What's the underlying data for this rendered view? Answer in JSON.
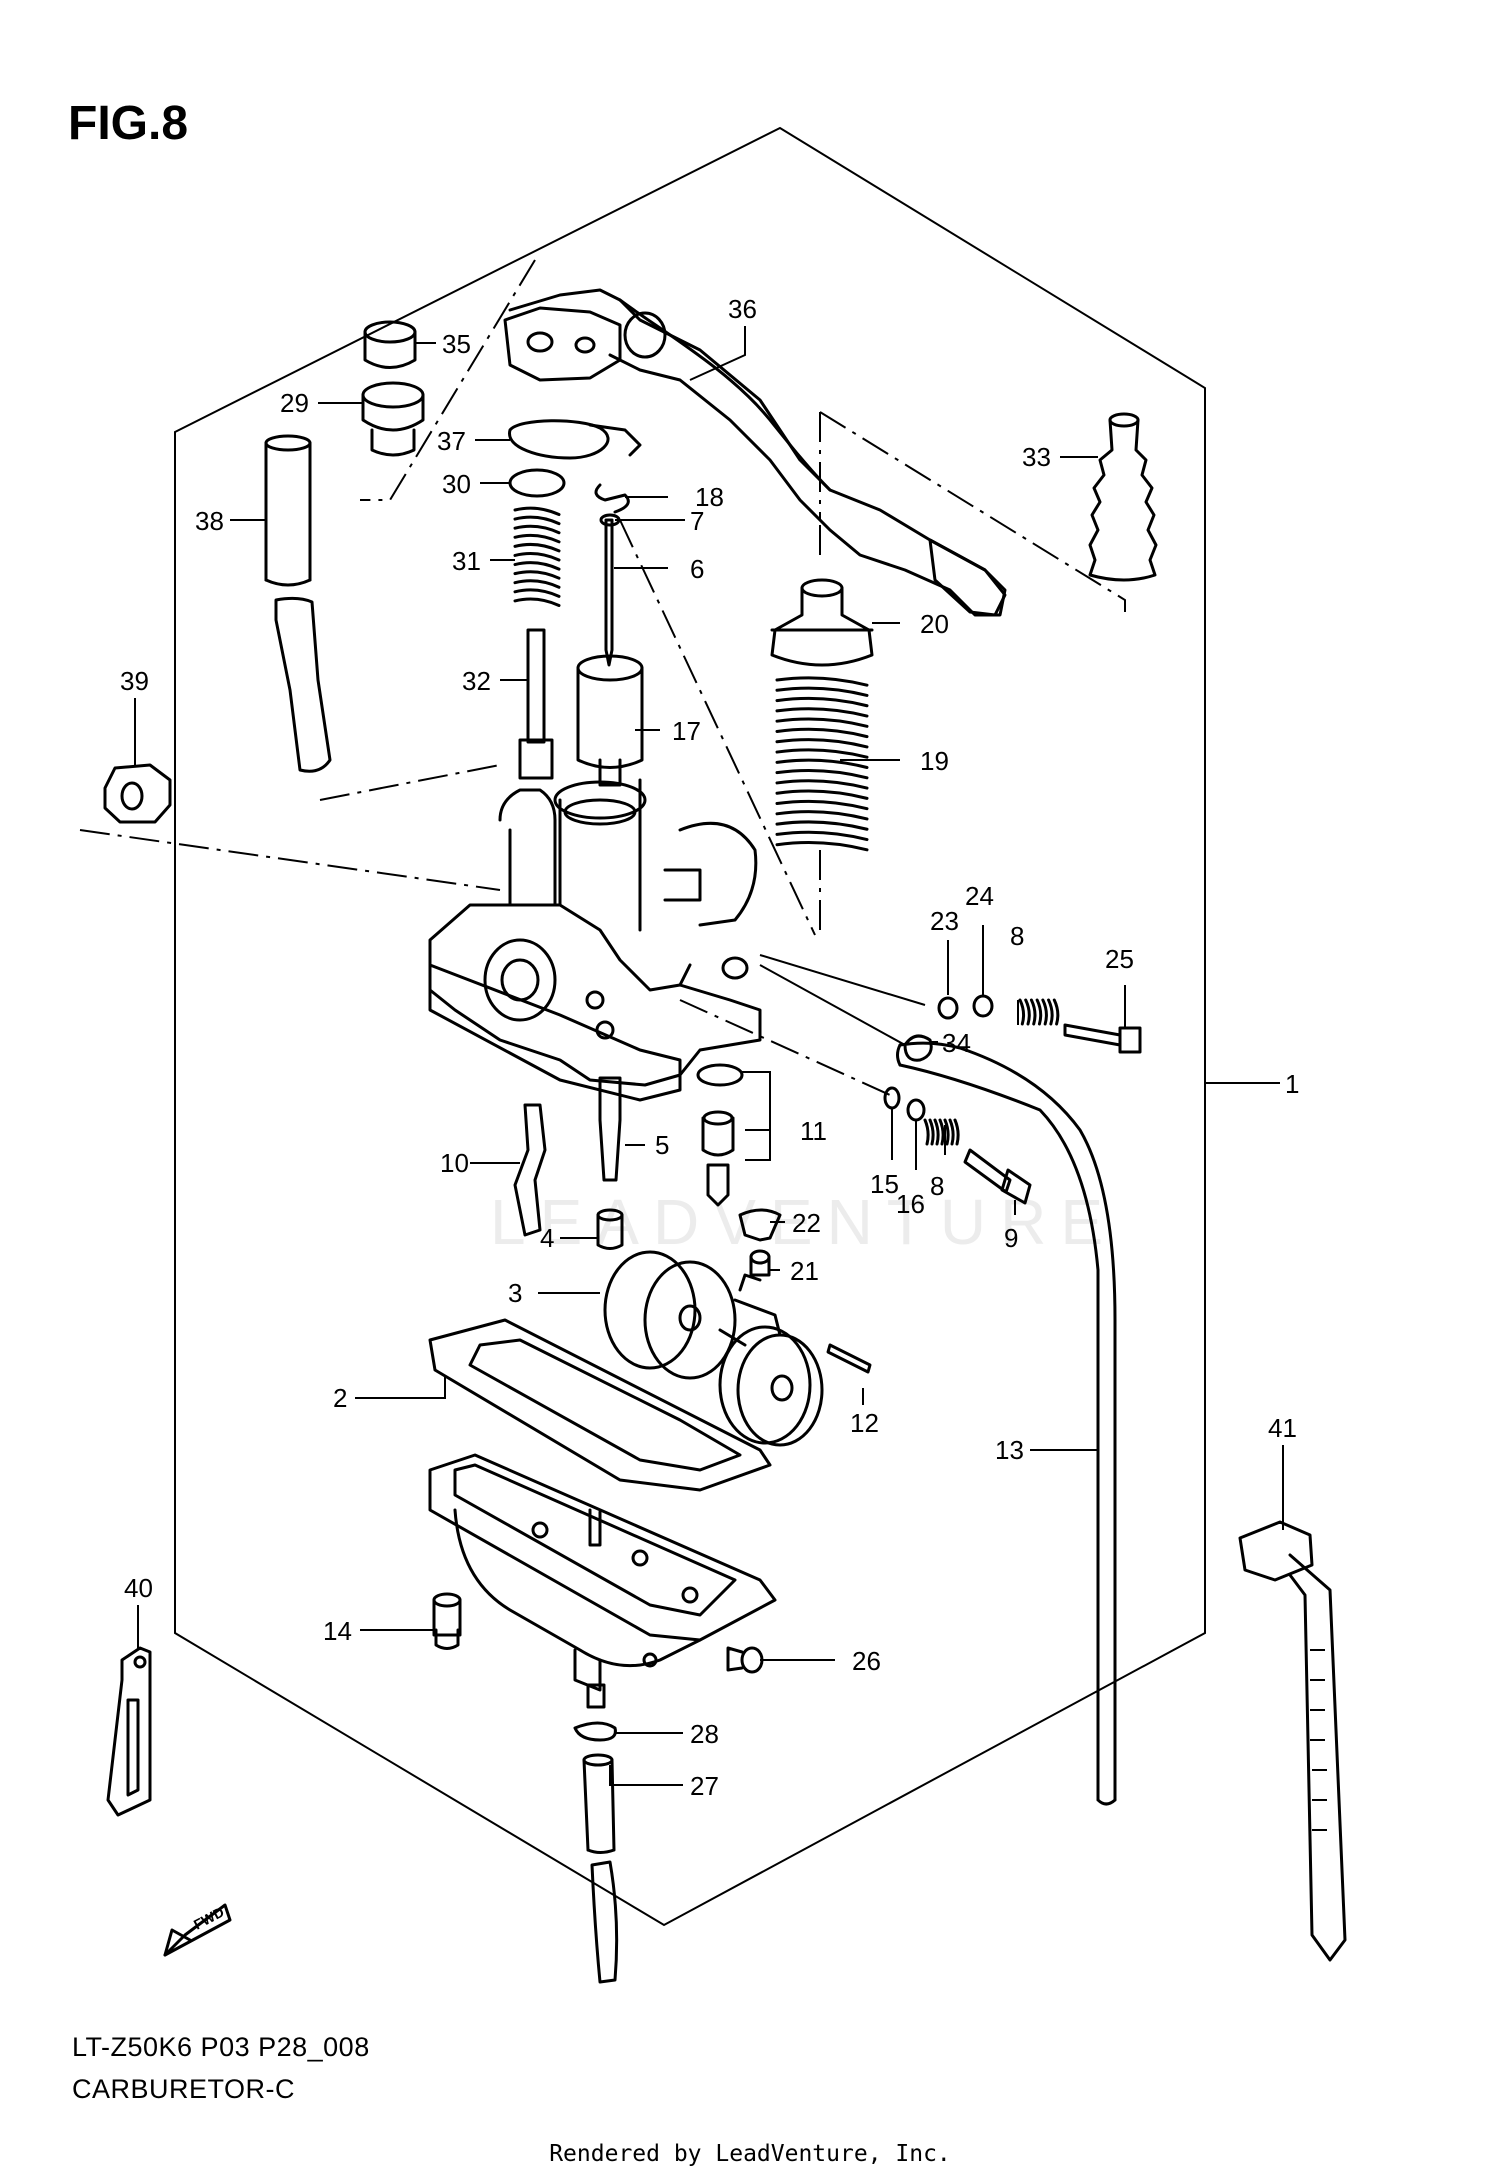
{
  "figure": {
    "title": "FIG.8",
    "model_code": "LT-Z50K6 P03 P28_008",
    "section_name": "CARBURETOR-C",
    "credit": "Rendered by LeadVenture, Inc.",
    "watermark": "LEADVENTURE",
    "fwd_label": "FWD"
  },
  "callouts": [
    {
      "id": "1",
      "label": "1"
    },
    {
      "id": "2",
      "label": "2"
    },
    {
      "id": "3",
      "label": "3"
    },
    {
      "id": "4",
      "label": "4"
    },
    {
      "id": "5",
      "label": "5"
    },
    {
      "id": "6",
      "label": "6"
    },
    {
      "id": "7",
      "label": "7"
    },
    {
      "id": "8a",
      "label": "8"
    },
    {
      "id": "8b",
      "label": "8"
    },
    {
      "id": "9",
      "label": "9"
    },
    {
      "id": "10",
      "label": "10"
    },
    {
      "id": "11",
      "label": "11"
    },
    {
      "id": "12",
      "label": "12"
    },
    {
      "id": "13",
      "label": "13"
    },
    {
      "id": "14",
      "label": "14"
    },
    {
      "id": "15",
      "label": "15"
    },
    {
      "id": "16",
      "label": "16"
    },
    {
      "id": "17",
      "label": "17"
    },
    {
      "id": "18",
      "label": "18"
    },
    {
      "id": "19",
      "label": "19"
    },
    {
      "id": "20",
      "label": "20"
    },
    {
      "id": "21",
      "label": "21"
    },
    {
      "id": "22",
      "label": "22"
    },
    {
      "id": "23",
      "label": "23"
    },
    {
      "id": "24",
      "label": "24"
    },
    {
      "id": "25",
      "label": "25"
    },
    {
      "id": "26",
      "label": "26"
    },
    {
      "id": "27",
      "label": "27"
    },
    {
      "id": "28",
      "label": "28"
    },
    {
      "id": "29",
      "label": "29"
    },
    {
      "id": "30",
      "label": "30"
    },
    {
      "id": "31",
      "label": "31"
    },
    {
      "id": "32",
      "label": "32"
    },
    {
      "id": "33",
      "label": "33"
    },
    {
      "id": "34",
      "label": "34"
    },
    {
      "id": "35",
      "label": "35"
    },
    {
      "id": "36",
      "label": "36"
    },
    {
      "id": "37",
      "label": "37"
    },
    {
      "id": "38",
      "label": "38"
    },
    {
      "id": "39",
      "label": "39"
    },
    {
      "id": "40",
      "label": "40"
    },
    {
      "id": "41",
      "label": "41"
    }
  ]
}
